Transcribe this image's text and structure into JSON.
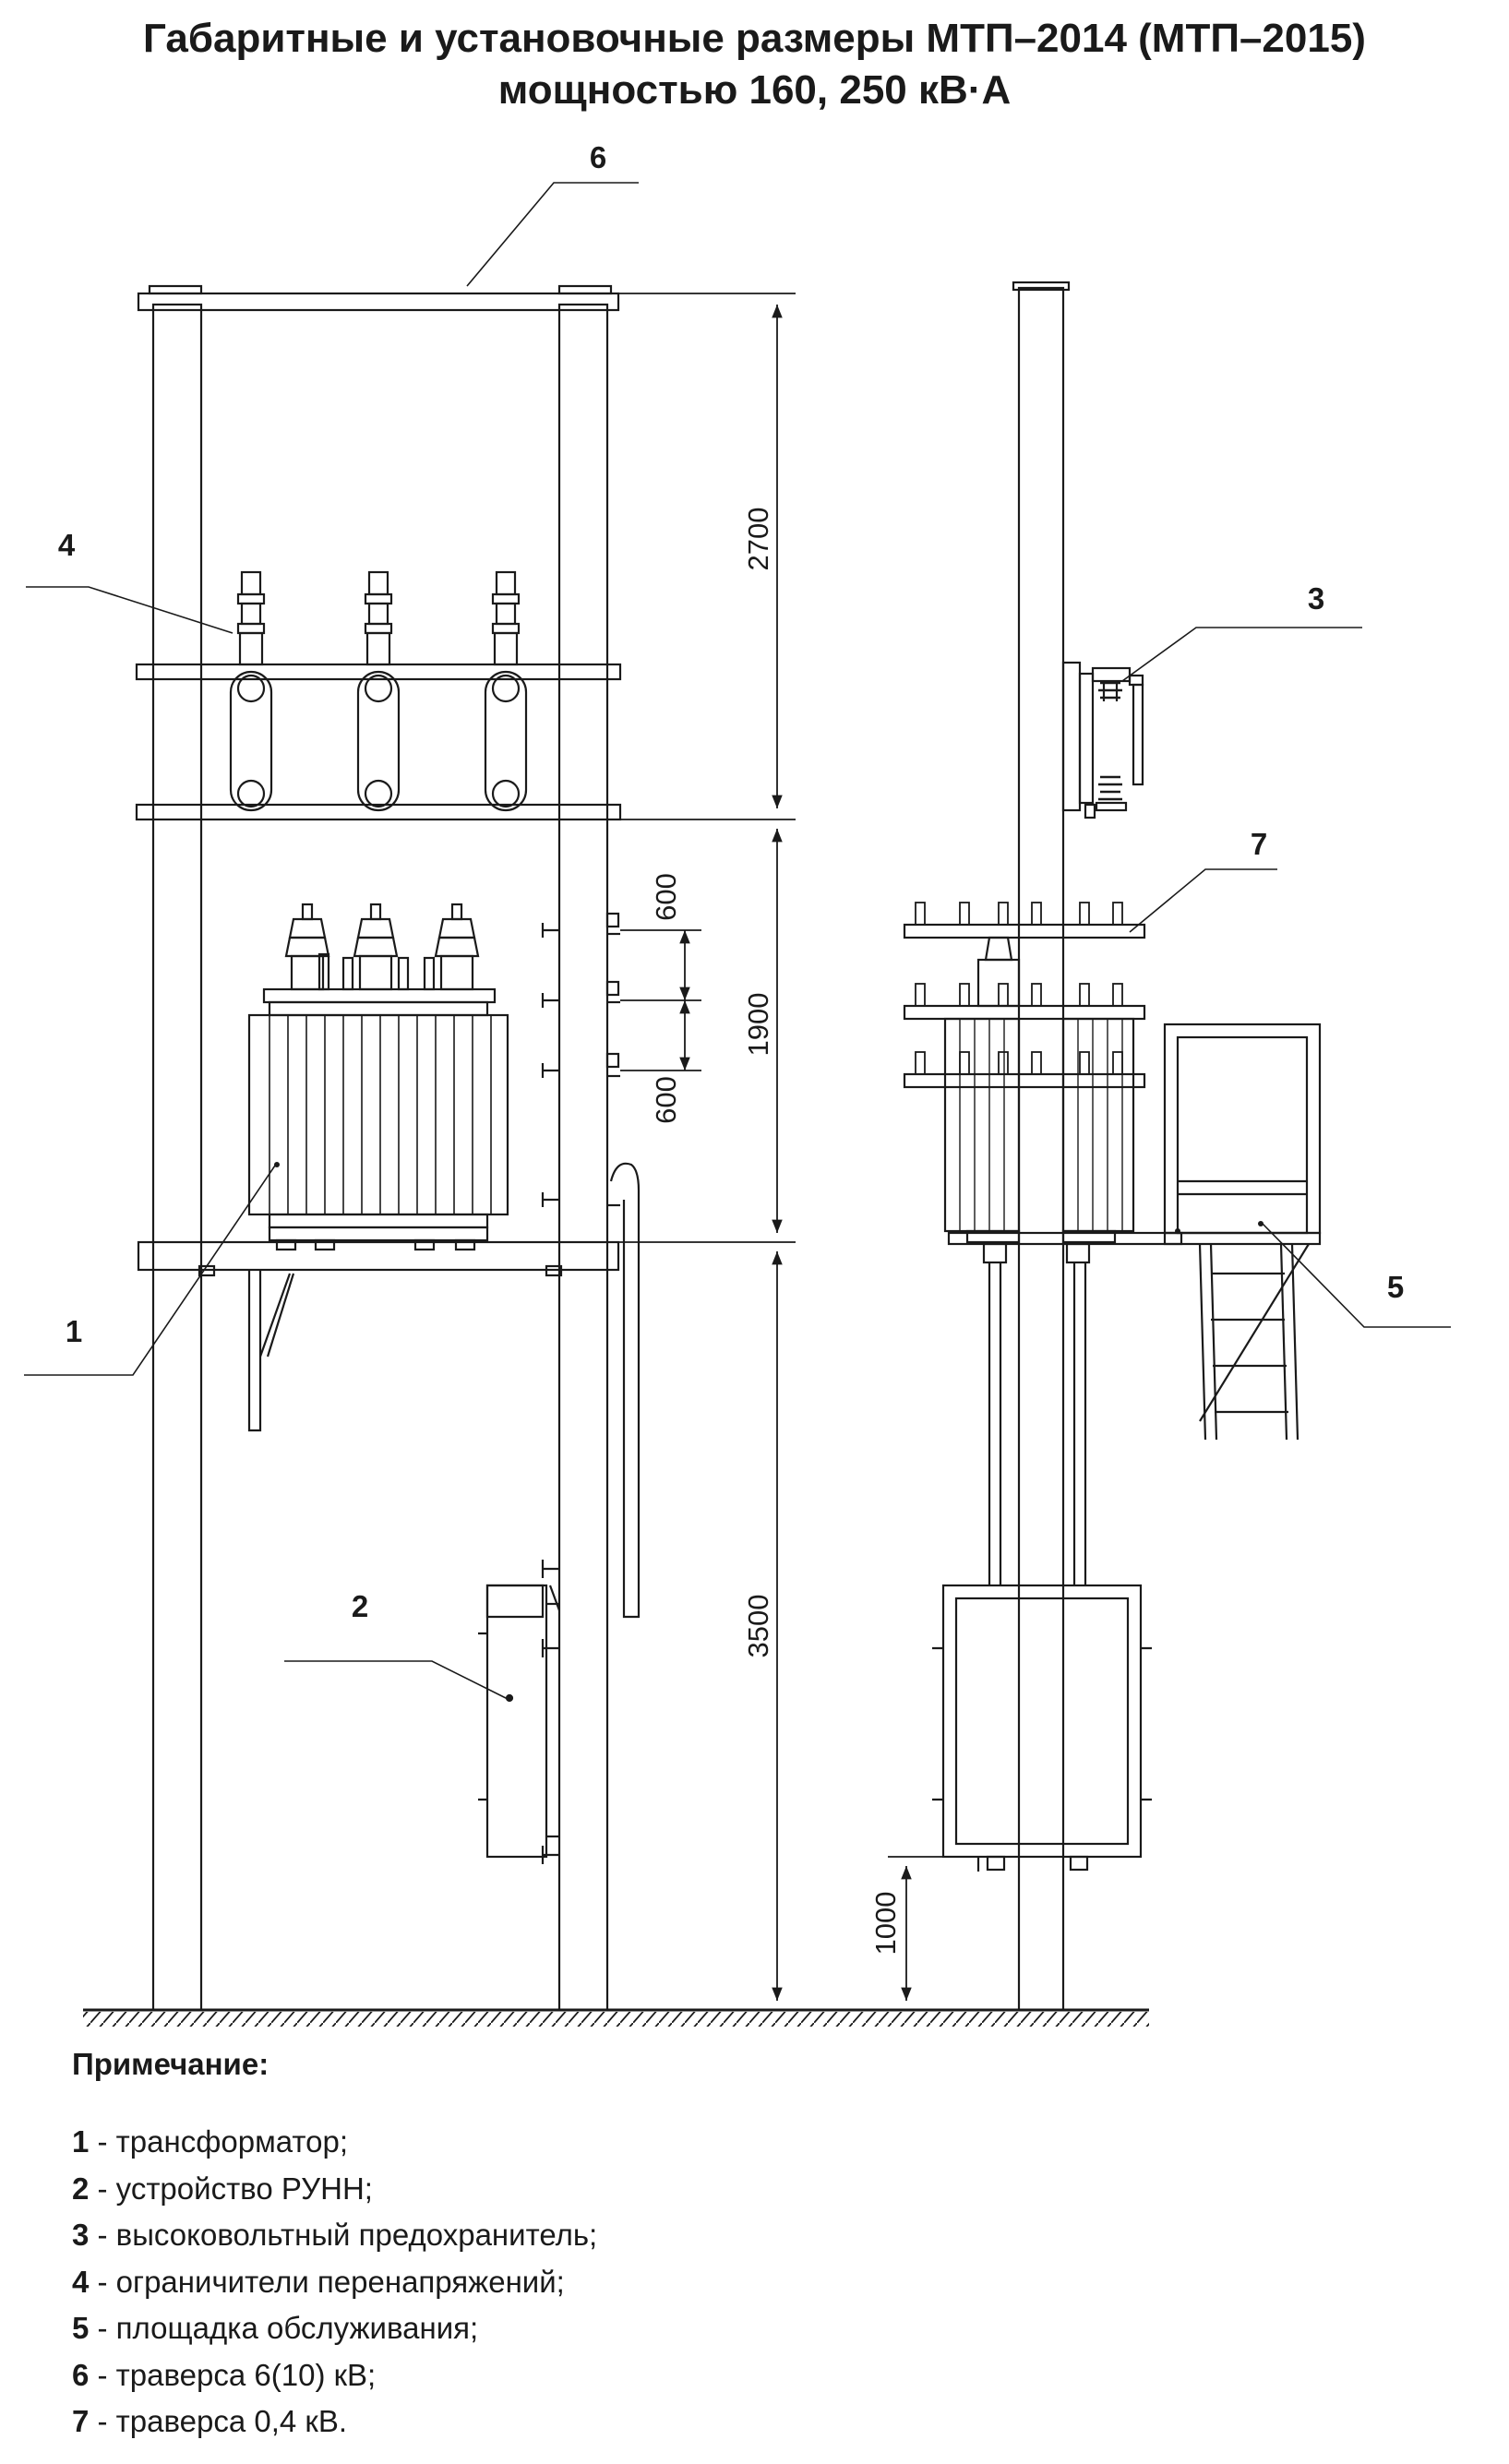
{
  "title": {
    "line1": "Габаритные и установочные размеры МТП–2014 (МТП–2015)",
    "line2": "мощностью 160, 250 кВ·А"
  },
  "dimensions": {
    "d2700": "2700",
    "d1900": "1900",
    "d600a": "600",
    "d600b": "600",
    "d3500": "3500",
    "d1000": "1000"
  },
  "callouts": {
    "c1": "1",
    "c2": "2",
    "c3": "3",
    "c4": "4",
    "c5": "5",
    "c6": "6",
    "c7": "7"
  },
  "notes": {
    "title": "Примечание:",
    "items": [
      {
        "num": "1",
        "text": " - трансформатор;"
      },
      {
        "num": "2",
        "text": " - устройство РУНН;"
      },
      {
        "num": "3",
        "text": " - высоковольтный предохранитель;"
      },
      {
        "num": "4",
        "text": " - ограничители перенапряжений;"
      },
      {
        "num": "5",
        "text": " - площадка обслуживания;"
      },
      {
        "num": "6",
        "text": " - траверса 6(10) кВ;"
      },
      {
        "num": "7",
        "text": " - траверса 0,4 кВ."
      }
    ]
  }
}
